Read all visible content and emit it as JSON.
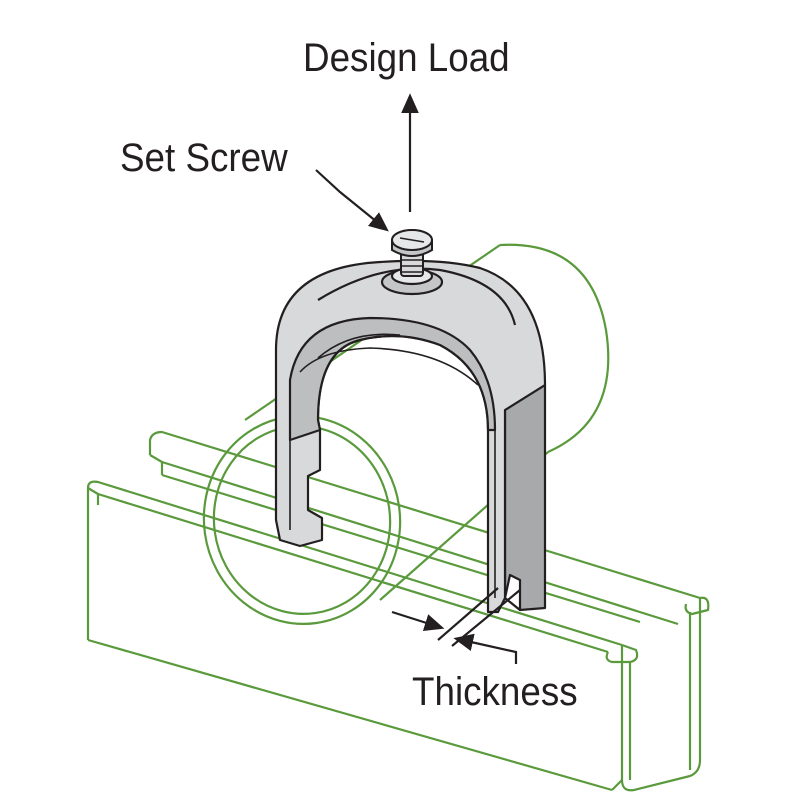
{
  "labels": {
    "design_load": "Design Load",
    "set_screw": "Set Screw",
    "thickness": "Thickness"
  },
  "colors": {
    "channel_outline": "#5a9a3c",
    "clamp_fill": "#d8d9da",
    "clamp_shade": "#a7a9ab",
    "outline": "#231f20"
  }
}
